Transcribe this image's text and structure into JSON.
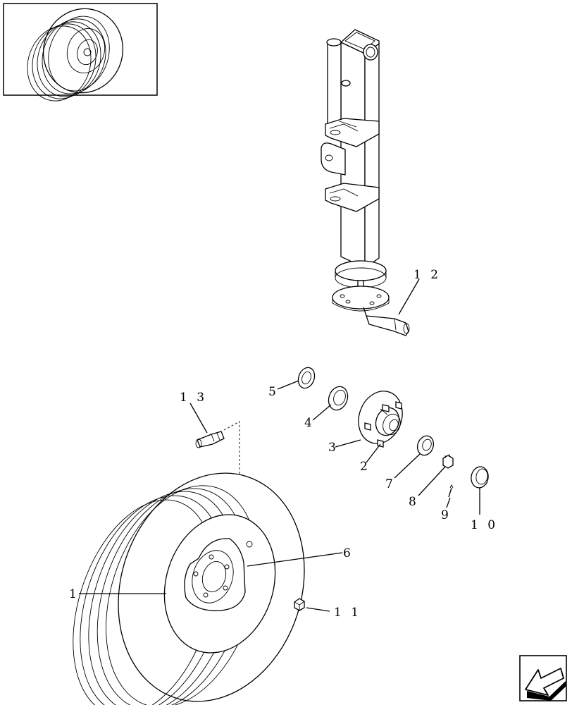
{
  "callouts": {
    "c1": "1",
    "c2": "2",
    "c3": "3",
    "c4": "4",
    "c5": "5",
    "c6": "6",
    "c7": "7",
    "c8": "8",
    "c9": "9",
    "c10": "1 0",
    "c11": "1 1",
    "c12": "1 2",
    "c13": "1 3"
  },
  "icons": {
    "thumbnail": "wheel-thumbnail-icon",
    "nav": "arrow-box-icon"
  }
}
